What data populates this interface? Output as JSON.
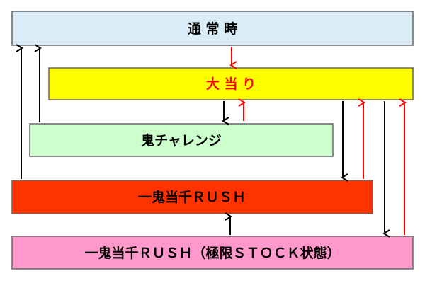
{
  "states": {
    "normal": {
      "label": "通 常 時",
      "fill": "#d9ecf7"
    },
    "jackpot": {
      "label": "大 当 り",
      "fill": "#ffff00",
      "text_color": "#ff0000"
    },
    "oni_challenge": {
      "label": "鬼チャレンジ",
      "fill": "#ccffcc"
    },
    "rush": {
      "label": "一鬼当千ＲＵＳＨ",
      "fill": "#ff3300"
    },
    "rush_stock": {
      "label": "一鬼当千ＲＵＳＨ（極限ＳＴＯＣＫ状態）",
      "fill": "#ff99cc"
    }
  },
  "colors": {
    "border": "#666666",
    "arrow_black": "#000000",
    "arrow_red": "#ff0000"
  },
  "transitions": [
    {
      "from": "normal",
      "to": "jackpot",
      "color": "red"
    },
    {
      "from": "jackpot",
      "to": "oni_challenge",
      "color": "black"
    },
    {
      "from": "oni_challenge",
      "to": "jackpot",
      "color": "red"
    },
    {
      "from": "oni_challenge",
      "to": "normal",
      "color": "black"
    },
    {
      "from": "rush",
      "to": "normal",
      "color": "black"
    },
    {
      "from": "jackpot",
      "to": "rush",
      "color": "black"
    },
    {
      "from": "rush",
      "to": "jackpot",
      "color": "red"
    },
    {
      "from": "jackpot",
      "to": "rush_stock",
      "color": "black"
    },
    {
      "from": "rush_stock",
      "to": "jackpot",
      "color": "red"
    },
    {
      "from": "rush_stock",
      "to": "rush",
      "color": "black"
    }
  ]
}
